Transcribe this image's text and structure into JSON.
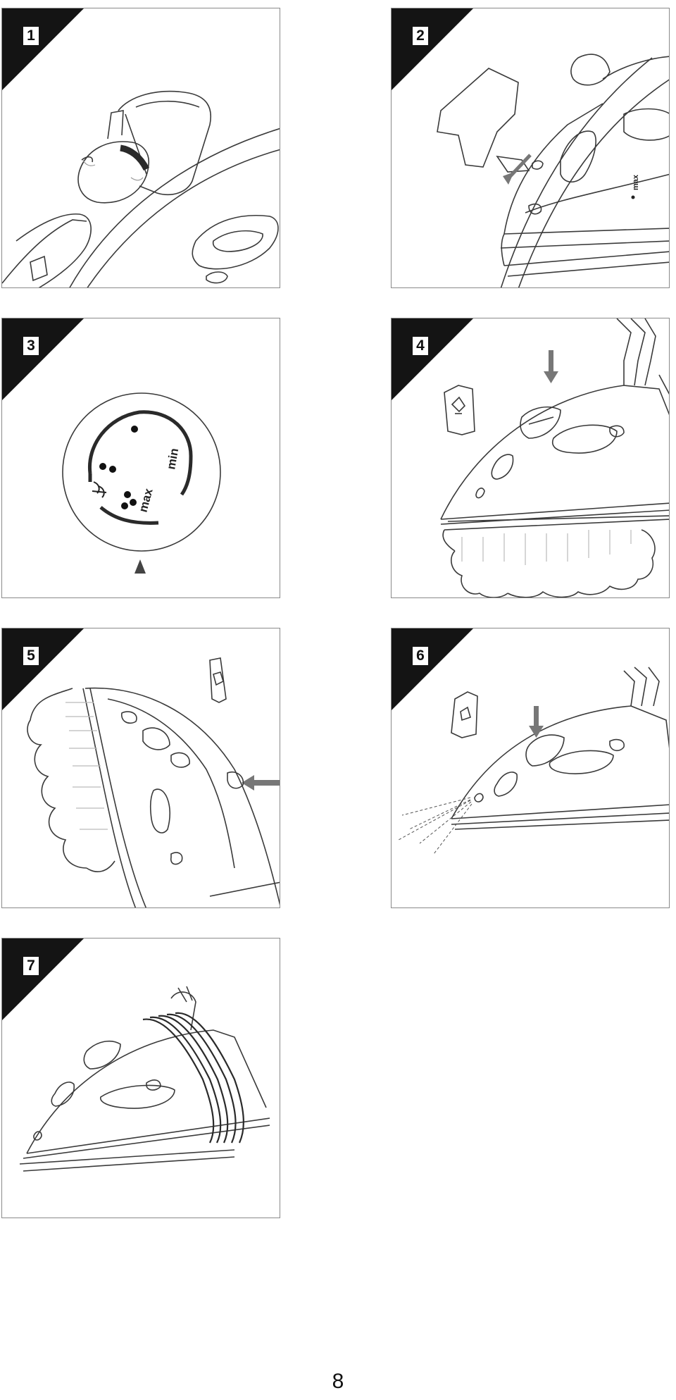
{
  "panels": [
    {
      "number": "1"
    },
    {
      "number": "2",
      "label": "max"
    },
    {
      "number": "3",
      "dial": {
        "max_label": "max",
        "min_label": "min"
      }
    },
    {
      "number": "4"
    },
    {
      "number": "5"
    },
    {
      "number": "6"
    },
    {
      "number": "7"
    }
  ],
  "page": {
    "number": "8"
  },
  "colors": {
    "line": "#3a3a3a",
    "corner": "#141414",
    "arrow": "#777777",
    "dial_arc": "#2a2a2a"
  }
}
